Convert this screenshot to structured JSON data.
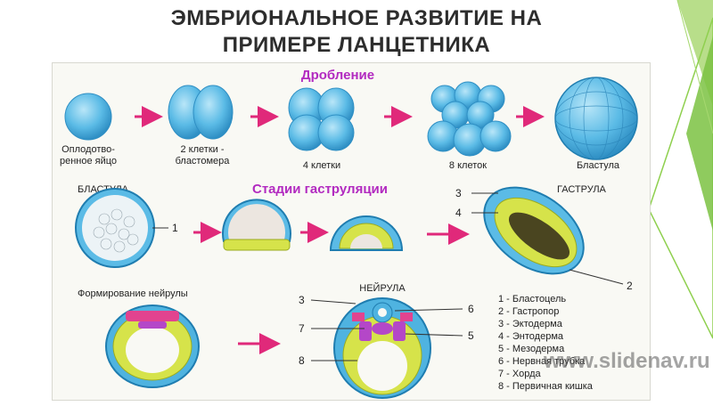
{
  "slide": {
    "title_line1": "ЭМБРИОНАЛЬНОЕ РАЗВИТИЕ НА",
    "title_line2": "ПРИМЕРЕ ЛАНЦЕТНИКА"
  },
  "sections": {
    "cleavage": "Дробление",
    "gastrulation": "Стадии гаструляции",
    "blastula_head": "БЛАСТУЛА",
    "gastrula_head": "ГАСТРУЛА",
    "neurula_head": "НЕЙРУЛА",
    "neurula_formation": "Формирование нейрулы"
  },
  "cleavage_labels": {
    "egg_line1": "Оплодотво-",
    "egg_line2": "ренное яйцо",
    "two_line1": "2 клетки -",
    "two_line2": "бластомера",
    "four": "4 клетки",
    "eight": "8 клеток",
    "blastula": "Бластула"
  },
  "markers": {
    "blastula_1": "1",
    "gastrula_3": "3",
    "gastrula_4": "4",
    "gastrula_2": "2",
    "neurula_3": "3",
    "neurula_7": "7",
    "neurula_8": "8",
    "neurula_6": "6",
    "neurula_5": "5"
  },
  "legend": [
    "1 - Бластоцель",
    "2 - Гастропор",
    "3 - Эктодерма",
    "4 - Энтодерма",
    "5 - Мезодерма",
    "6 - Нервная трубка",
    "7 - Хорда",
    "8 - Первичная кишка"
  ],
  "watermark": "www.slidenav.ru",
  "colors": {
    "title": "#2d2d2d",
    "section_title": "#b22ac0",
    "cell_blue": "#5bbbe6",
    "ectoderm": "#4fb3e0",
    "endoderm": "#d6e34a",
    "mesoderm": "#b447c8",
    "neural": "#e2438f",
    "arrow": "#e0297a",
    "decor_green": "#7bc242"
  }
}
